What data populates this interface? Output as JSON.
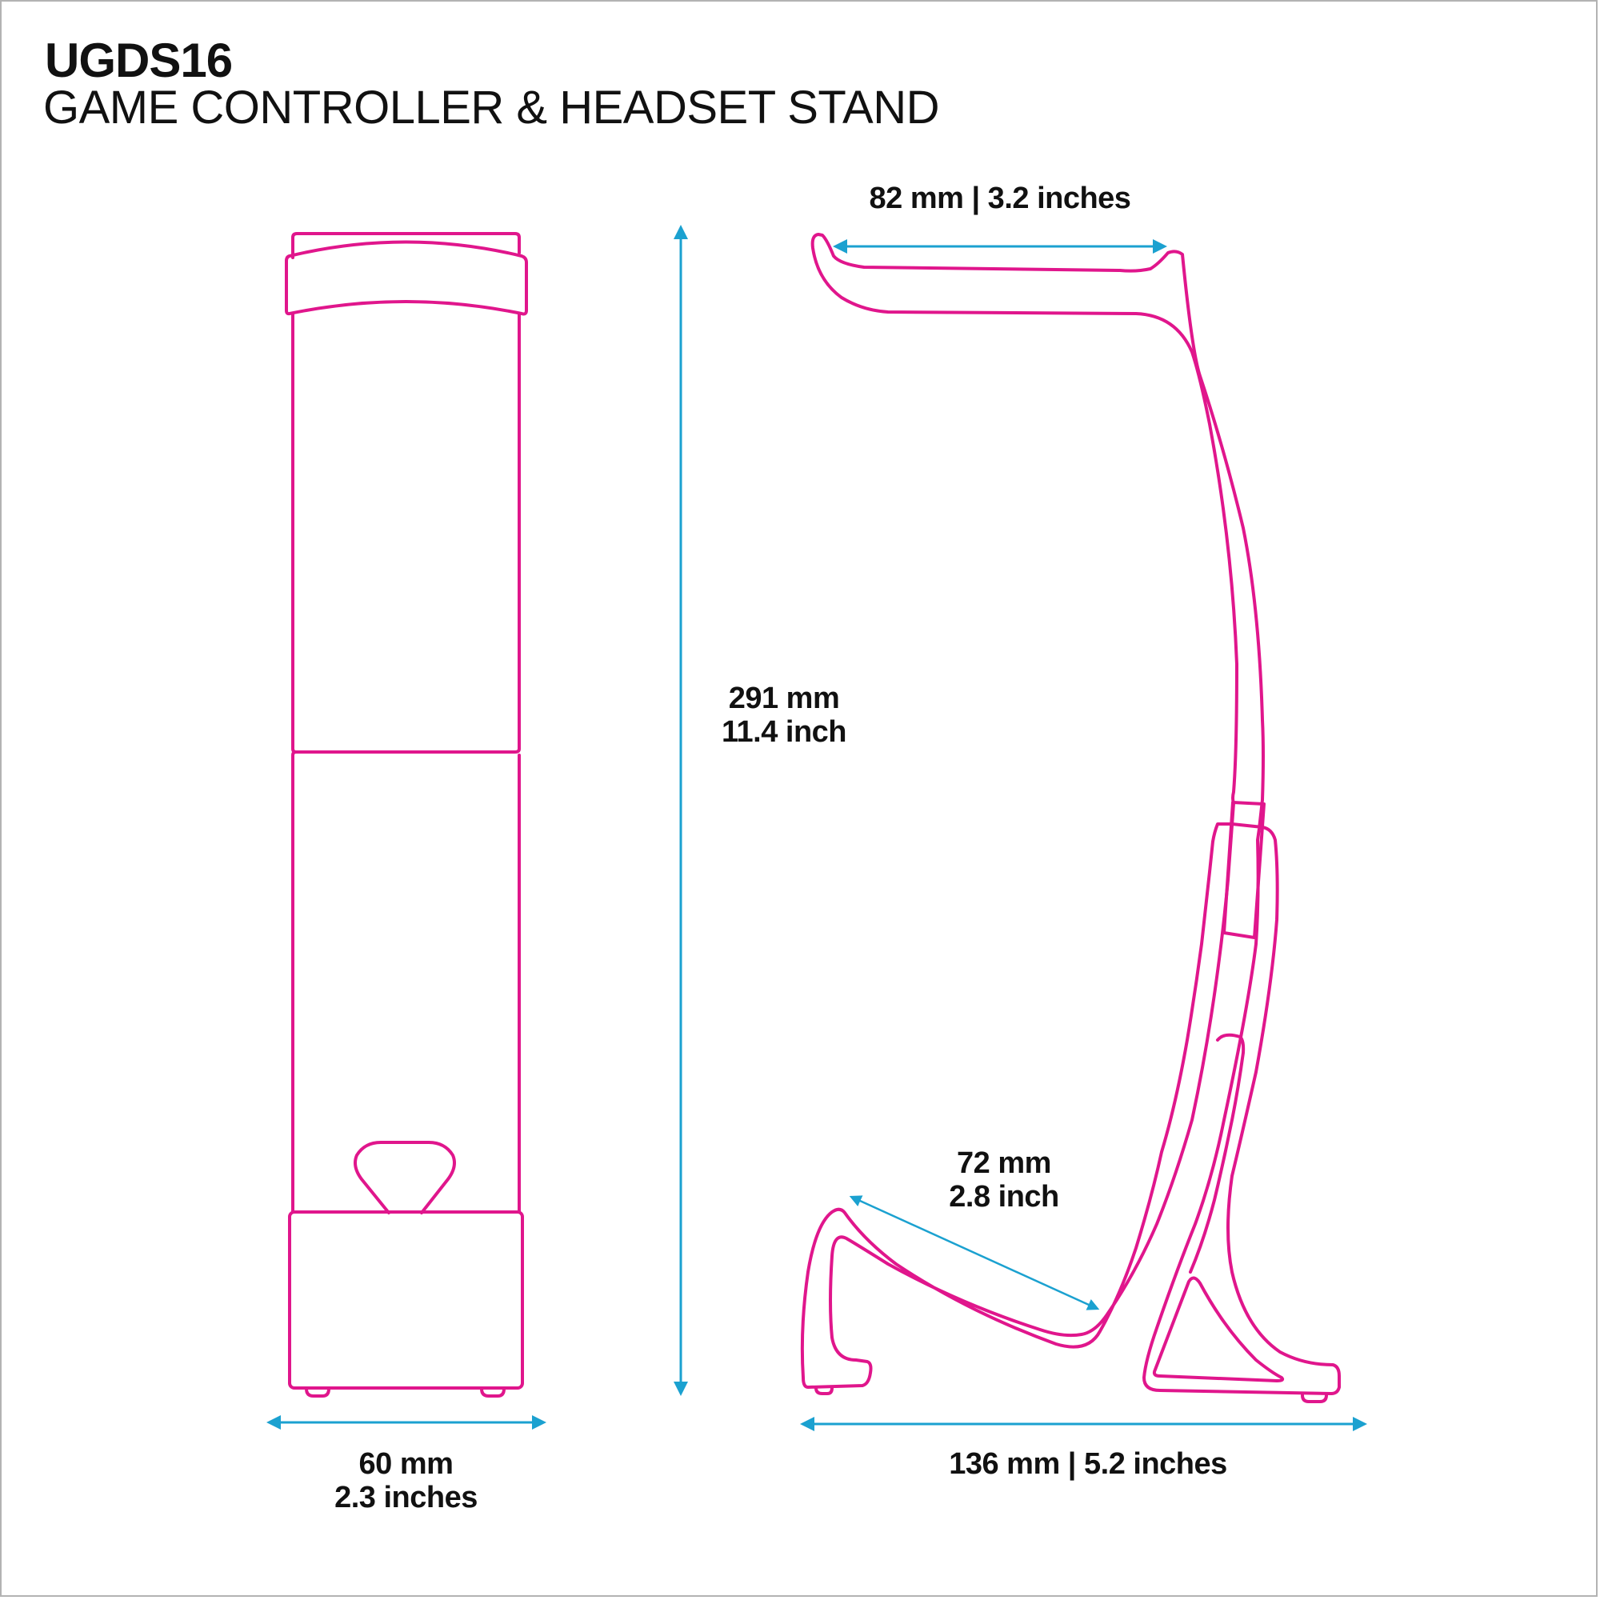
{
  "header": {
    "model": "UGDS16",
    "product_name": "GAME CONTROLLER & HEADSET STAND"
  },
  "colors": {
    "outline": "#E0168C",
    "dimension_arrow": "#1BA1D0",
    "text": "#111111",
    "border": "#B3B3B3",
    "background": "#FFFFFF"
  },
  "front_view": {
    "width_dimension": {
      "line1": "60 mm",
      "line2": "2.3 inches"
    }
  },
  "side_view": {
    "height_dimension": {
      "line1": "291 mm",
      "line2": "11.4 inch"
    },
    "top_arm_dimension": {
      "label": "82 mm | 3.2 inches"
    },
    "controller_cradle_dimension": {
      "line1": "72 mm",
      "line2": "2.8 inch"
    },
    "base_width_dimension": {
      "label": "136 mm | 5.2 inches"
    }
  }
}
